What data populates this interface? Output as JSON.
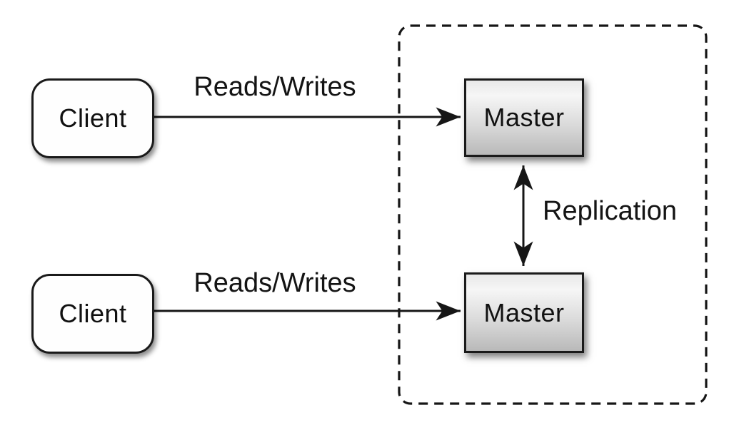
{
  "diagram": {
    "type": "architecture-diagram",
    "background": "#ffffff",
    "stroke_color": "#1a1a1a",
    "text_color": "#111111",
    "clients": [
      {
        "label": "Client"
      },
      {
        "label": "Client"
      }
    ],
    "masters": [
      {
        "label": "Master"
      },
      {
        "label": "Master"
      }
    ],
    "master_fill": {
      "top": "#f2f2f2",
      "bottom": "#b9b9b9"
    },
    "cluster": {
      "style": "dashed",
      "contains": [
        "Master",
        "Master"
      ]
    },
    "edges": [
      {
        "label": "Reads/Writes",
        "from": "client-1",
        "to": "master-1",
        "bidirectional": false
      },
      {
        "label": "Reads/Writes",
        "from": "client-2",
        "to": "master-2",
        "bidirectional": false
      },
      {
        "label": "Replication",
        "from": "master-1",
        "to": "master-2",
        "bidirectional": true
      }
    ]
  }
}
